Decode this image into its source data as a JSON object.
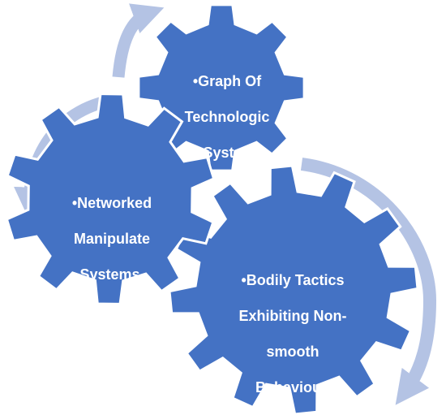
{
  "diagram": {
    "colors": {
      "gear_fill": "#4472C4",
      "gear_stroke": "#ffffff",
      "arrow_fill": "#B4C3E4",
      "text": "#ffffff"
    },
    "nodes": [
      {
        "id": "top",
        "lines": [
          "•Graph Of",
          "Technologic",
          "al Systems."
        ]
      },
      {
        "id": "left",
        "lines": [
          "•Networked",
          "Manipulate",
          "Systems."
        ]
      },
      {
        "id": "bottom",
        "lines": [
          "•Bodily Tactics",
          "Exhibiting Non-",
          "smooth",
          "Behaviour."
        ]
      }
    ],
    "arrows": [
      {
        "id": "arrow-top",
        "shape": "curved-arrow-icon"
      },
      {
        "id": "arrow-left",
        "shape": "curved-arrow-icon"
      },
      {
        "id": "arrow-right",
        "shape": "curved-arrow-icon"
      }
    ]
  }
}
